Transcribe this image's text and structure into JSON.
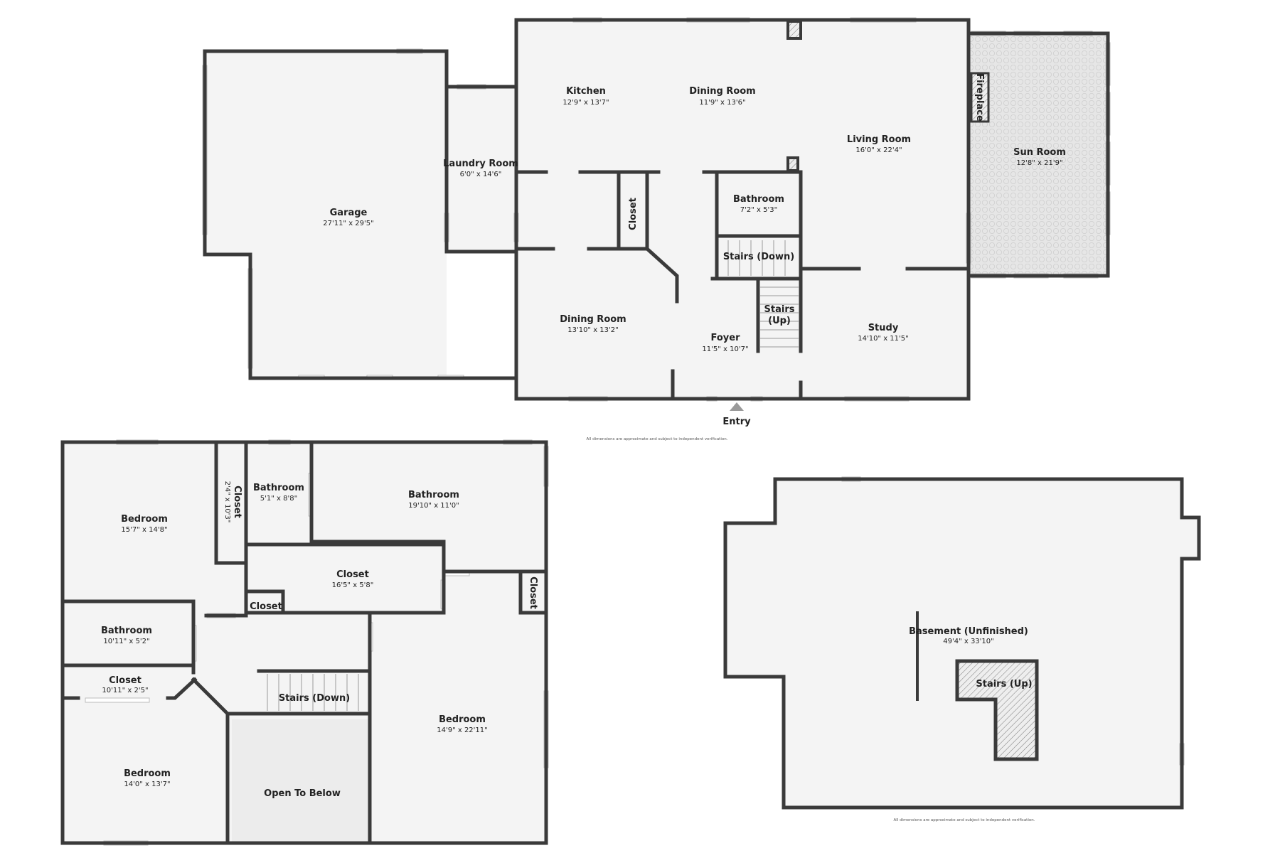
{
  "colors": {
    "wall": "#3a3a3a",
    "floor": "#f4f4f4",
    "sunroom": "#e7e7e7",
    "open_below": "#ececec",
    "background": "#ffffff"
  },
  "first_floor": {
    "kitchen": {
      "name": "Kitchen",
      "dim": "12'9\" x 13'7\""
    },
    "dining_room_top": {
      "name": "Dining Room",
      "dim": "11'9\" x 13'6\""
    },
    "living_room": {
      "name": "Living Room",
      "dim": "16'0\" x 22'4\""
    },
    "sun_room": {
      "name": "Sun Room",
      "dim": "12'8\" x 21'9\""
    },
    "fireplace": {
      "name": "Fireplace"
    },
    "laundry_room": {
      "name": "Laundry Room",
      "dim": "6'0\" x 14'6\""
    },
    "garage": {
      "name": "Garage",
      "dim": "27'11\" x 29'5\""
    },
    "closet": {
      "name": "Closet"
    },
    "bathroom": {
      "name": "Bathroom",
      "dim": "7'2\" x 5'3\""
    },
    "stairs_down": {
      "name": "Stairs (Down)"
    },
    "stairs_up": {
      "line1": "Stairs",
      "line2": "(Up)"
    },
    "dining_room_bottom": {
      "name": "Dining Room",
      "dim": "13'10\" x 13'2\""
    },
    "foyer": {
      "name": "Foyer",
      "dim": "11'5\" x 10'7\""
    },
    "study": {
      "name": "Study",
      "dim": "14'10\" x 11'5\""
    },
    "entry": {
      "name": "Entry"
    },
    "disclaimer": "All dimensions are approximate and subject to independent verification."
  },
  "second_floor": {
    "bedroom_nw": {
      "name": "Bedroom",
      "dim": "15'7\" x 14'8\""
    },
    "closet_vertical": {
      "name": "Closet",
      "dim": "2'4\" x 10'3\""
    },
    "bathroom_small": {
      "name": "Bathroom",
      "dim": "5'1\" x 8'8\""
    },
    "bathroom_large": {
      "name": "Bathroom",
      "dim": "19'10\" x 11'0\""
    },
    "closet_large": {
      "name": "Closet",
      "dim": "16'5\" x 5'8\""
    },
    "closet_tiny": {
      "name": "Closet"
    },
    "closet_right": {
      "name": "Closet"
    },
    "bathroom_west": {
      "name": "Bathroom",
      "dim": "10'11\" x 5'2\""
    },
    "closet_west": {
      "name": "Closet",
      "dim": "10'11\" x 2'5\""
    },
    "stairs_down": {
      "name": "Stairs (Down)"
    },
    "bedroom_sw": {
      "name": "Bedroom",
      "dim": "14'0\" x 13'7\""
    },
    "open_to_below": {
      "name": "Open To Below"
    },
    "bedroom_se": {
      "name": "Bedroom",
      "dim": "14'9\" x 22'11\""
    }
  },
  "basement": {
    "basement": {
      "name": "Basement (Unfinished)",
      "dim": "49'4\" x 33'10\""
    },
    "stairs_up": {
      "name": "Stairs (Up)"
    },
    "disclaimer": "All dimensions are approximate and subject to independent verification."
  }
}
